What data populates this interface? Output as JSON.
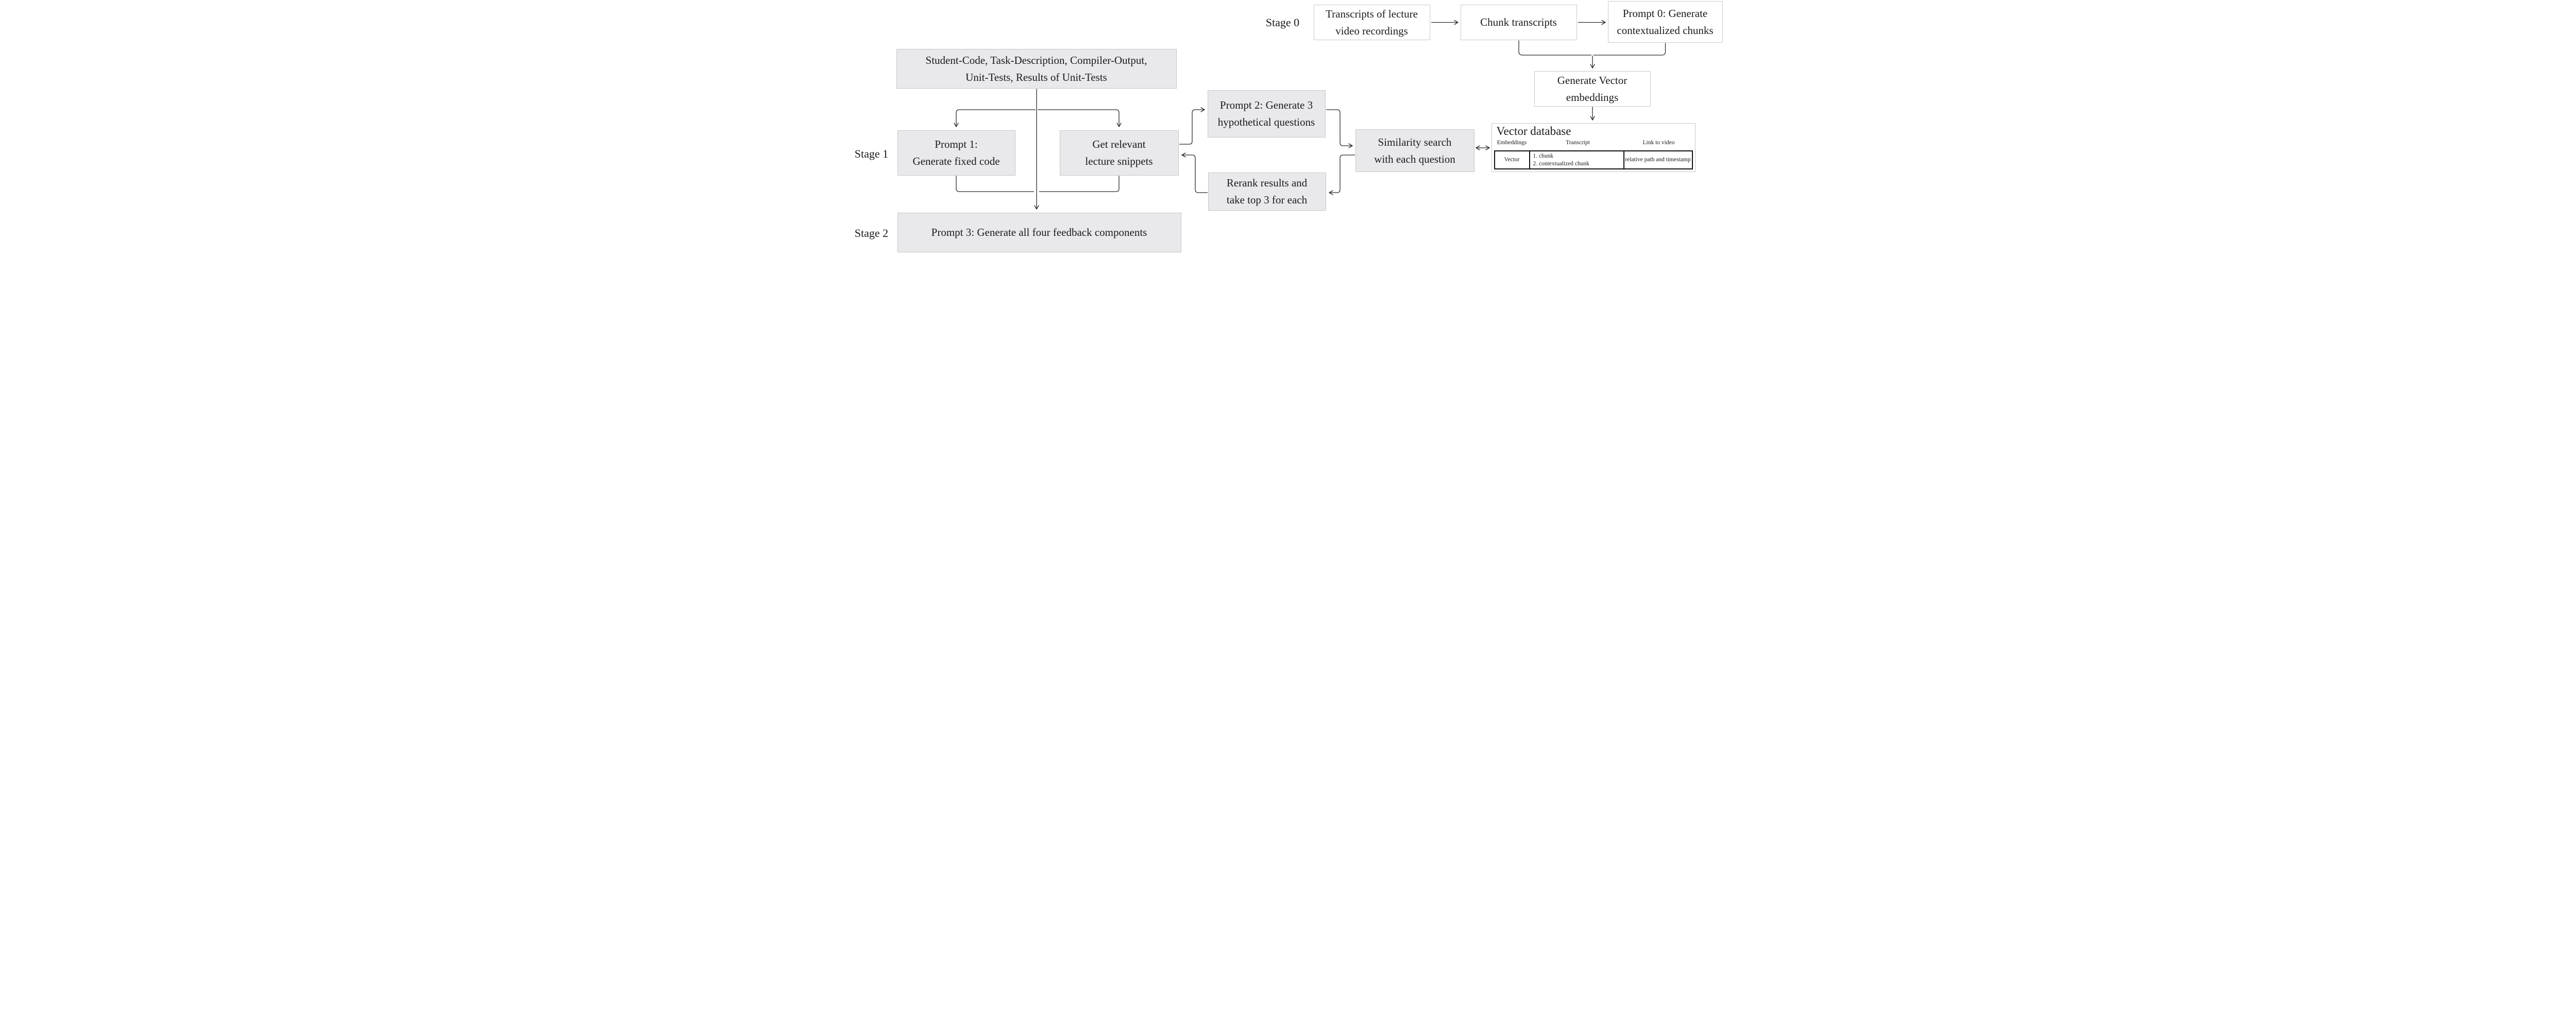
{
  "colors": {
    "line": "#2b2b2b",
    "gray_box_fill": "#e9e9ec",
    "gray_box_border": "#c6c6ca",
    "white_box_border": "#cbcbcb",
    "table_border": "#111111",
    "text": "#1b1b1b"
  },
  "stage_labels": {
    "stage0": "Stage 0",
    "stage1": "Stage 1",
    "stage2": "Stage 2"
  },
  "stage0_flow": {
    "transcripts_lines": [
      "Transcripts of lecture",
      "video recordings"
    ],
    "chunk_label": "Chunk transcripts",
    "prompt0_lines": [
      "Prompt 0: Generate",
      "contextualized chunks"
    ],
    "generate_embeddings_lines": [
      "Generate Vector",
      "embeddings"
    ],
    "vector_db": {
      "title": "Vector database",
      "columns": [
        "Embeddings",
        "Transcript",
        "Link to video"
      ],
      "row": {
        "embeddings": "Vector",
        "transcript_lines": [
          "1. chunk",
          "2. contextualized chunk"
        ],
        "link": "relative path and timestamp"
      }
    }
  },
  "stage1_flow": {
    "inputs_lines": [
      "Student-Code, Task-Description, Compiler-Output,",
      "Unit-Tests, Results of Unit-Tests"
    ],
    "prompt1_lines": [
      "Prompt 1:",
      "Generate fixed code"
    ],
    "snippets_lines": [
      "Get relevant",
      "lecture snippets"
    ],
    "prompt2_lines": [
      "Prompt 2: Generate 3",
      "hypothetical questions"
    ],
    "similarity_lines": [
      "Similarity search",
      "with each question"
    ],
    "rerank_lines": [
      "Rerank results and",
      "take top 3 for each"
    ]
  },
  "stage2_flow": {
    "prompt3_label": "Prompt 3: Generate all four feedback components"
  }
}
